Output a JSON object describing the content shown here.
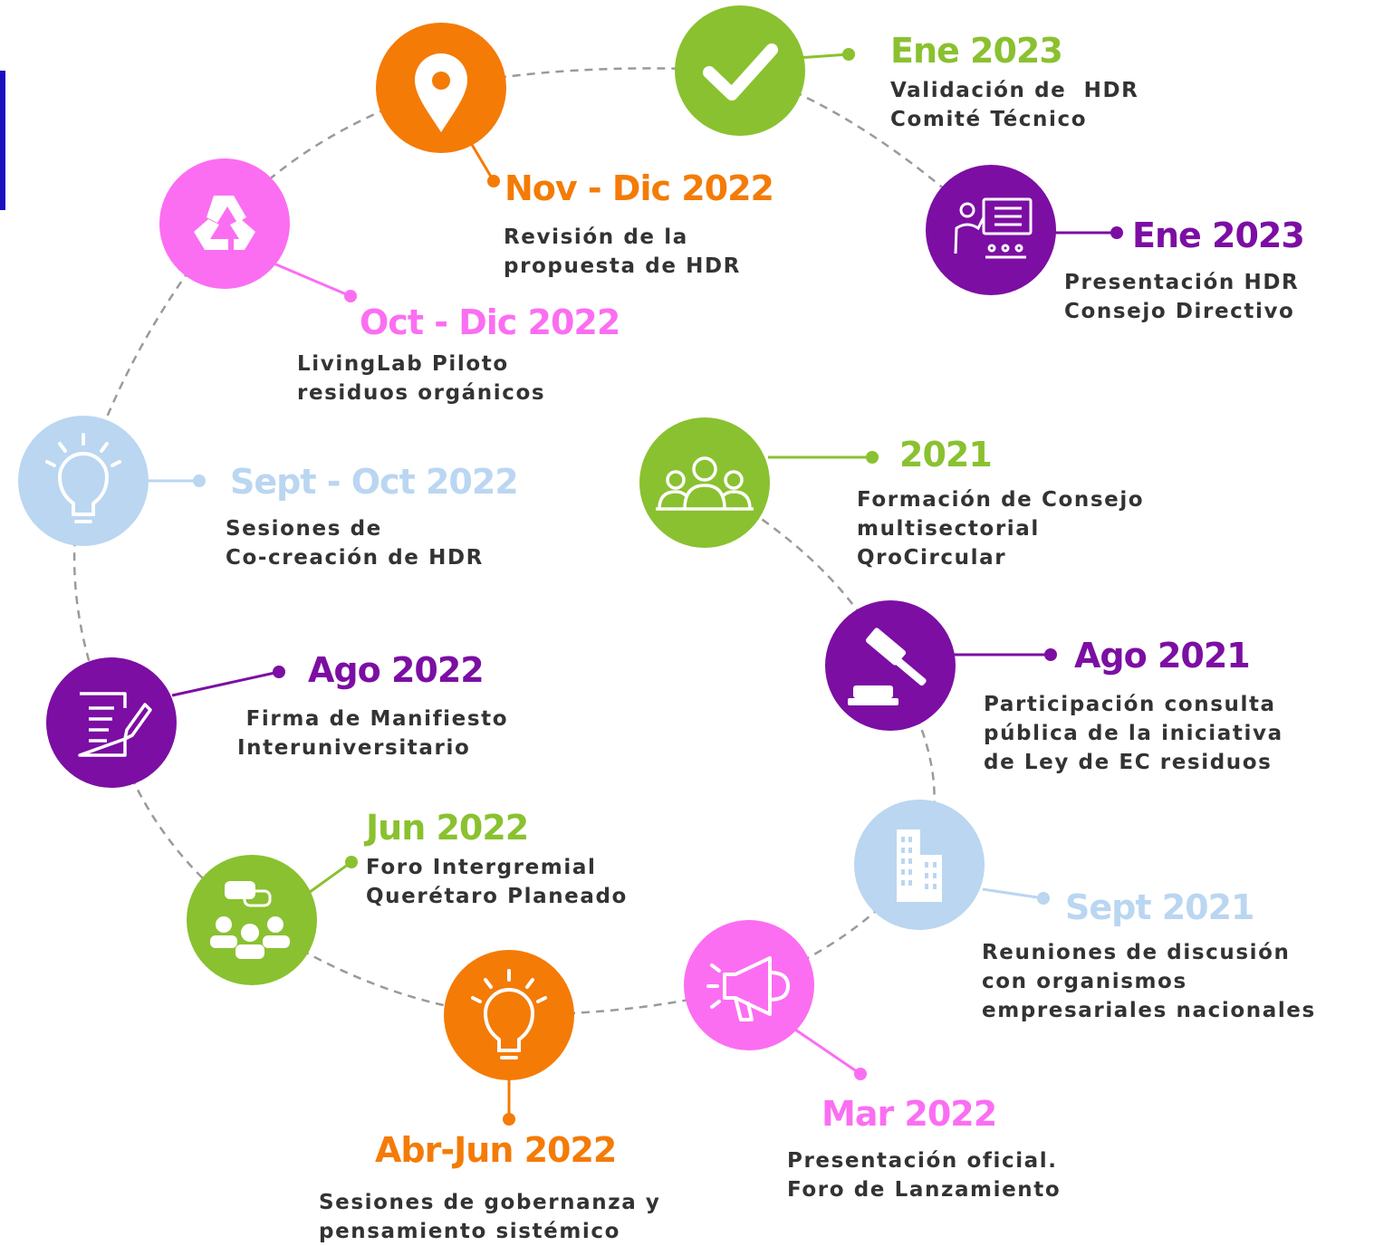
{
  "colors": {
    "orange": "#f47b06",
    "green": "#8ac130",
    "magenta": "#fb6ef2",
    "purple": "#7c0ea3",
    "lightblue": "#bad6f1",
    "text": "#333333",
    "edge_bar": "#1a0fbf"
  },
  "milestones": [
    {
      "date": "Ene 2023",
      "description": "Validación de  HDR\nComité Técnico",
      "color": "green",
      "icon": "check-icon"
    },
    {
      "date": "Ene 2023",
      "description": "Presentación HDR\nConsejo Directivo",
      "color": "purple",
      "icon": "presentation-icon"
    },
    {
      "date": "Nov - Dic 2022",
      "description": "Revisión de la\npropuesta de HDR",
      "color": "orange",
      "icon": "location-pin-icon"
    },
    {
      "date": "Oct - Dic 2022",
      "description": "LivingLab Piloto\nresiduos orgánicos",
      "color": "magenta",
      "icon": "recycle-icon"
    },
    {
      "date": "Sept - Oct 2022",
      "description": "Sesiones de\nCo-creación de HDR",
      "color": "lightblue",
      "icon": "lightbulb-icon"
    },
    {
      "date": "Ago 2022",
      "description": " Firma de Manifiesto\nInteruniversitario",
      "color": "purple",
      "icon": "document-sign-icon"
    },
    {
      "date": "Jun 2022",
      "description": "Foro Intergremial\nQuerétaro Planeado",
      "color": "green",
      "icon": "group-chat-icon"
    },
    {
      "date": "Abr-Jun 2022",
      "description": "Sesiones de gobernanza y\npensamiento sistémico",
      "color": "orange",
      "icon": "lightbulb-icon"
    },
    {
      "date": "Mar 2022",
      "description": "Presentación oficial.\nForo de Lanzamiento",
      "color": "magenta",
      "icon": "megaphone-icon"
    },
    {
      "date": "Sept 2021",
      "description": "Reuniones de discusión\ncon organismos\nempresariales nacionales",
      "color": "lightblue",
      "icon": "buildings-icon"
    },
    {
      "date": "Ago 2021",
      "description": "Participación consulta\npública de la iniciativa\nde Ley de EC residuos",
      "color": "purple",
      "icon": "gavel-icon"
    },
    {
      "date": "2021",
      "description": "Formación de Consejo\nmultisectorial\nQroCircular",
      "color": "green",
      "icon": "people-group-icon"
    }
  ]
}
